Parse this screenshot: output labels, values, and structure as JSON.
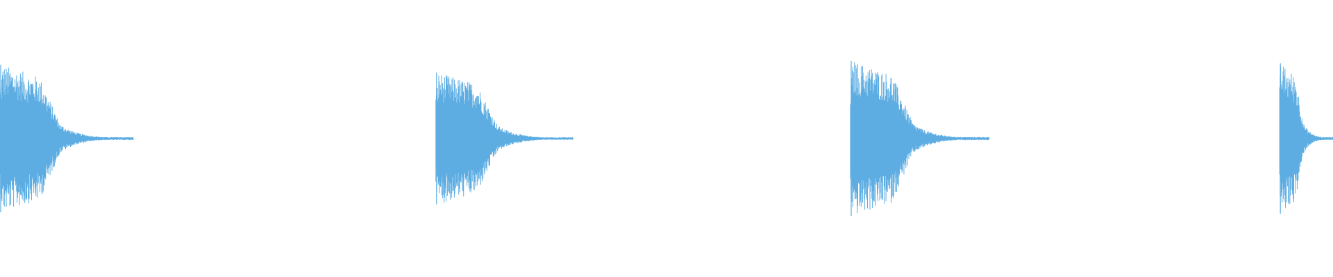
{
  "colors": {
    "background": "#ffffff",
    "waveform": "#5dade2"
  },
  "chart_data": {
    "type": "area",
    "title": "",
    "xlabel": "",
    "ylabel": "",
    "grid": false,
    "legend": "none",
    "ylim": [
      -1,
      1
    ],
    "x_range": [
      0,
      1
    ],
    "description_note": "",
    "series": [
      {
        "name": "",
        "events": [
          {
            "onset": 0.0,
            "peak": 0.95,
            "decay_end": 0.1
          },
          {
            "onset": 0.327,
            "peak": 0.85,
            "decay_end": 0.43
          },
          {
            "onset": 0.638,
            "peak": 1.0,
            "decay_end": 0.742
          },
          {
            "onset": 0.96,
            "peak": 0.97,
            "decay_end": 1.0
          }
        ]
      }
    ]
  }
}
